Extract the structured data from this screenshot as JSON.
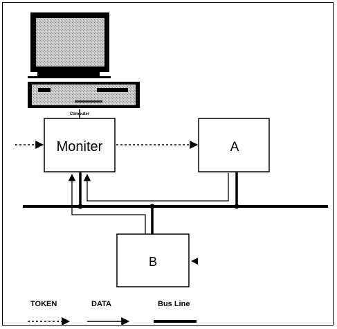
{
  "computer": {
    "caption": "Computer"
  },
  "nodes": {
    "monitor": {
      "label": "Moniter"
    },
    "a": {
      "label": "A"
    },
    "b": {
      "label": "B"
    }
  },
  "legend": {
    "token": "TOKEN",
    "data": "DATA",
    "bus": "Bus Line"
  },
  "colors": {
    "line": "#000000",
    "background": "#ffffff",
    "screen": "#bdbdbd"
  }
}
